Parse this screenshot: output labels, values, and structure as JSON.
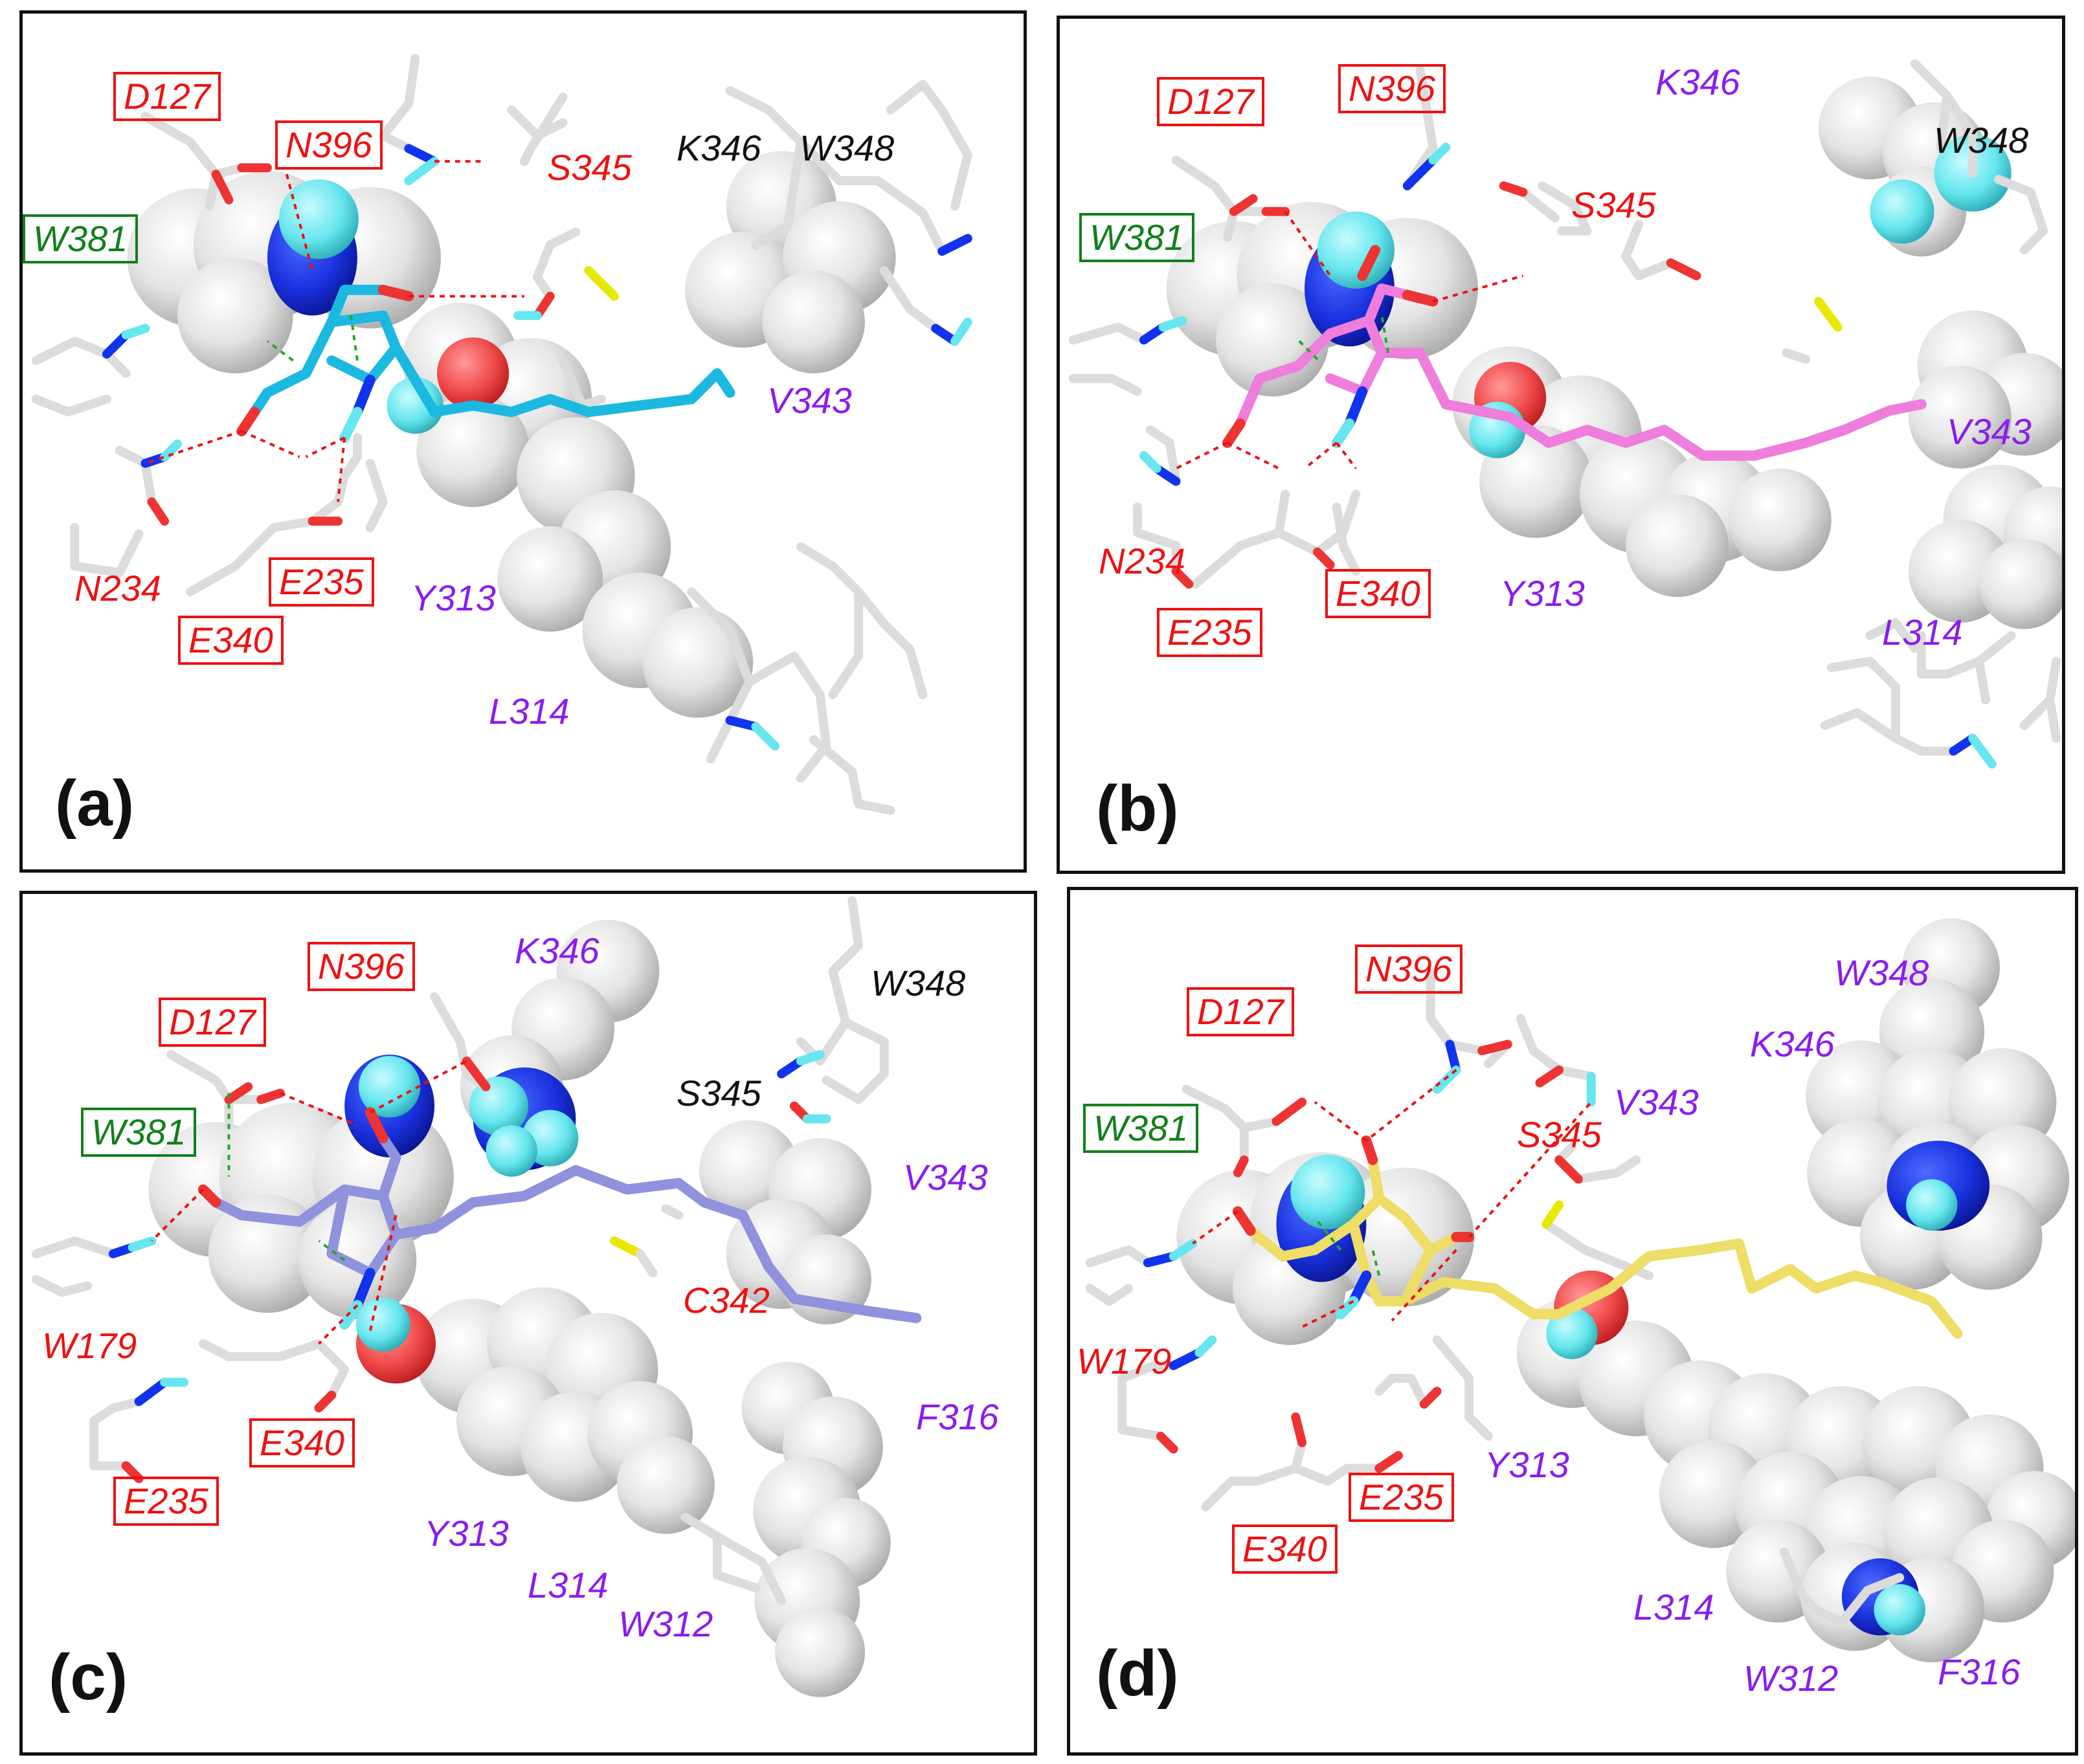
{
  "colors": {
    "ligand_a": "#1bb8e0",
    "ligand_b": "#ee7ddc",
    "ligand_c": "#8f92dc",
    "ligand_d": "#eedd66",
    "residue_label_red": "#ee1111",
    "residue_label_purple": "#8a1cf0",
    "residue_label_green": "#11801a",
    "hbond": "#ee1111",
    "contact": "#22aa22",
    "atom_N": "#1133ee",
    "atom_O": "#ee3333",
    "atom_H": "#66e6ee",
    "atom_S": "#e8e800",
    "carbon_stick": "#dddddd"
  },
  "panels": [
    {
      "tag": "(a)",
      "labels": {
        "D127": "D127",
        "N396": "N396",
        "W381": "W381",
        "S345": "S345",
        "K346": "K346",
        "W348": "W348",
        "V343": "V343",
        "N234": "N234",
        "E235": "E235",
        "E340": "E340",
        "Y313": "Y313",
        "L314": "L314"
      }
    },
    {
      "tag": "(b)",
      "labels": {
        "D127": "D127",
        "N396": "N396",
        "W381": "W381",
        "K346": "K346",
        "W348": "W348",
        "S345": "S345",
        "V343": "V343",
        "N234": "N234",
        "E340": "E340",
        "Y313": "Y313",
        "E235": "E235",
        "L314": "L314"
      }
    },
    {
      "tag": "(c)",
      "labels": {
        "N396": "N396",
        "K346": "K346",
        "W348": "W348",
        "D127": "D127",
        "S345": "S345",
        "W381": "W381",
        "V343": "V343",
        "C342": "C342",
        "W179": "W179",
        "F316": "F316",
        "E340": "E340",
        "E235": "E235",
        "Y313": "Y313",
        "L314": "L314",
        "W312": "W312"
      }
    },
    {
      "tag": "(d)",
      "labels": {
        "N396": "N396",
        "W348": "W348",
        "D127": "D127",
        "K346": "K346",
        "V343": "V343",
        "W381": "W381",
        "S345": "S345",
        "W179": "W179",
        "Y313": "Y313",
        "E235": "E235",
        "E340": "E340",
        "L314": "L314",
        "W312": "W312",
        "F316": "F316"
      }
    }
  ]
}
